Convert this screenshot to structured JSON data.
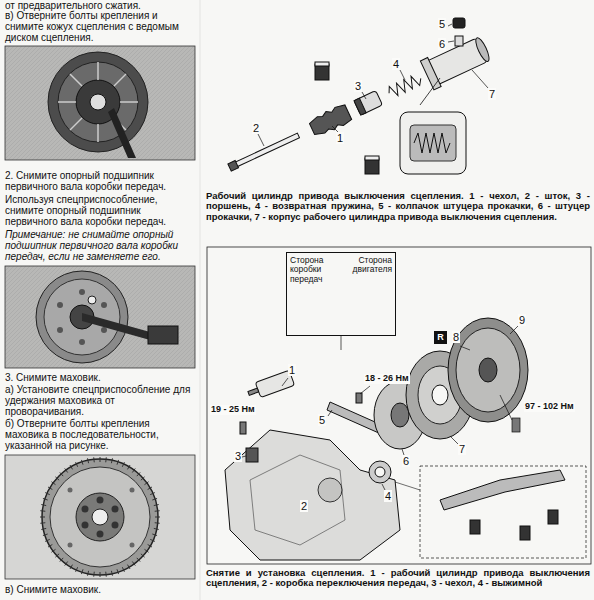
{
  "diagram": {
    "nodes": [
      {
        "text": [
          "Сторона коробки передач",
          "Сторона двигателя"
        ]
      },
      {
        "text": [
          "R"
        ]
      }
    ],
    "labels": [
      "от предварительного сжатия.",
      "в) Отверните болты крепления и снимите кожух сцепления с ведомым диском сцепления.",
      "2. Снимите опорный подшипник первичного вала коробки передач.",
      "Используя спецприспособление, снимите опорный подшипник первичного вала коробки передач.",
      "Примечание: не снимайте опорный подшипник первичного вала коробки передач, если не заменяете его.",
      "3. Снимите маховик.",
      "а) Установите спецприспособление для удержания маховика от проворачивания.",
      "б) Отверните болты крепления маховика в последовательности, указанной на рисунке.",
      "в) Снимите маховик.",
      "7",
      "4",
      "3",
      "5",
      "1",
      "2",
      "6",
      "Рабочий цилиндр привода выключения сцепления. 1 - чехол, 2 - шток, 3 - поршень, 4 - возвратная пружина, 5 - колпачок штуцера прокачки, 6 - штуцер прокачки, 7 - корпус рабочего цилиндра привода выключения сцепления.",
      "1",
      "19 - 25 Нм",
      "18 - 26 Нм",
      "5",
      "3",
      "2",
      "4",
      "6",
      "7",
      "8",
      "9",
      "97 - 102 Нм",
      "Снятие и установка сцепления. 1 - рабочий цилиндр привода выключения сцепления, 2 - коробка переключения передач, 3 - чехол, 4 - выжимной"
    ]
  }
}
